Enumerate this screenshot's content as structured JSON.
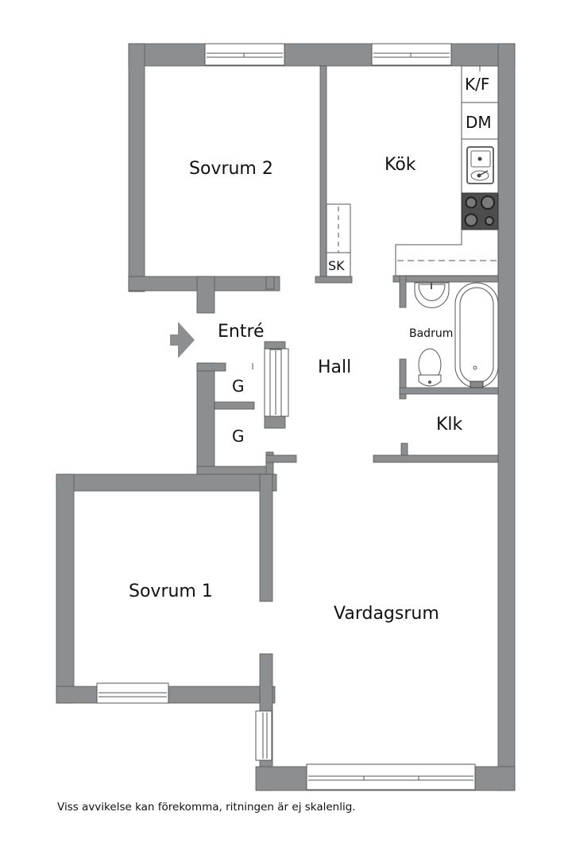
{
  "rooms": {
    "sovrum2": "Sovrum 2",
    "kok": "Kök",
    "kf": "K/F",
    "dm": "DM",
    "sk": "SK",
    "badrum": "Badrum",
    "entre": "Entré",
    "hall": "Hall",
    "g1": "G",
    "g2": "G",
    "klk": "Klk",
    "sovrum1": "Sovrum 1",
    "vardagsrum": "Vardagsrum"
  },
  "footer": {
    "disclaimer": "Viss avvikelse kan förekomma, ritningen är ej skalenlig."
  },
  "colors": {
    "wall": "#8c8e8f",
    "stove": "#4d4d4d",
    "background": "#ffffff"
  },
  "icons": [
    "entrance-arrow-icon",
    "window-icon",
    "sink-icon",
    "stove-icon",
    "washbasin-icon",
    "toilet-icon",
    "bathtub-icon",
    "wardrobe-icon"
  ]
}
